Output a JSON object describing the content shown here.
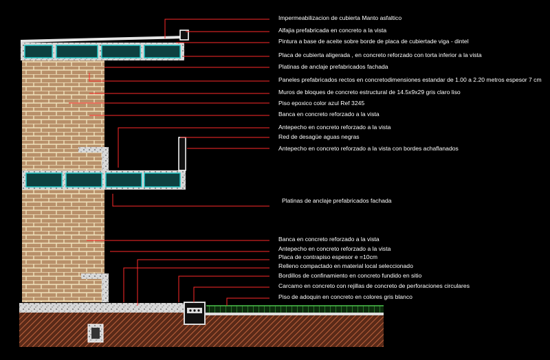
{
  "colors": {
    "background": "#000000",
    "leader": "#ff2a2a",
    "brick": "#b8906a",
    "mortar": "#e8d8b0",
    "concrete": "#dcdcdc",
    "block": "#22c8c8",
    "ground_hatch": "#b05a3a",
    "paving": "#4cc24c",
    "text": "#ffffff"
  },
  "labels": [
    {
      "id": "impermeabilizacion",
      "text": "Impermeabilizacion de cubierta Manto asfaltico"
    },
    {
      "id": "alfajia",
      "text": "Alfajia prefabricada en concreto a la vista"
    },
    {
      "id": "pintura",
      "text": "Pintura a base de aceite sobre borde de placa de cubiertade viga - dintel"
    },
    {
      "id": "placa-cubierta",
      "text": "Placa de cubierta aligerada , en concreto reforzado con torta inferior a la vista"
    },
    {
      "id": "platinas-1",
      "text": "Platinas de anclaje prefabricados fachada"
    },
    {
      "id": "paneles",
      "text": "Paneles prefabricados rectos en concretodimensiones estandar de 1.00 a 2.20 metros  espesor  7 cm"
    },
    {
      "id": "muros",
      "text": "Muros de bloques de concreto estructural  de 14.5x9x29 gris claro liso"
    },
    {
      "id": "piso-epoxico",
      "text": "Piso epoxico color azul Ref 3245"
    },
    {
      "id": "banca-1",
      "text": "Banca en concreto reforzado a la vista"
    },
    {
      "id": "antepecho-1",
      "text": "Antepecho en concreto reforzado a  la  vista"
    },
    {
      "id": "red-desague",
      "text": "Red de desagüe  aguas negras"
    },
    {
      "id": "antepecho-2",
      "text": "Antepecho  en concreto reforzado a la vista  con bordes achaflanados"
    },
    {
      "id": "platinas-2",
      "text": "Platinas de anclaje prefabricados fachada"
    },
    {
      "id": "banca-2",
      "text": "Banca  en concreto reforzado a la vista"
    },
    {
      "id": "antepecho-3",
      "text": "Antepecho  en concreto reforzado a  la vista"
    },
    {
      "id": "placa-contrapiso",
      "text": "Placa de contrapiso espesor e =10cm"
    },
    {
      "id": "relleno",
      "text": "Relleno compactado en material local seleccionado"
    },
    {
      "id": "bordillos",
      "text": "Bordillos de confinamiento en concreto fundido en sitio"
    },
    {
      "id": "carcamo",
      "text": "Carcamo en concreto con rejillas de concreto de perforaciones circulares"
    },
    {
      "id": "piso-adoquin",
      "text": "Piso de adoquin en concreto en colores gris blanco"
    }
  ]
}
